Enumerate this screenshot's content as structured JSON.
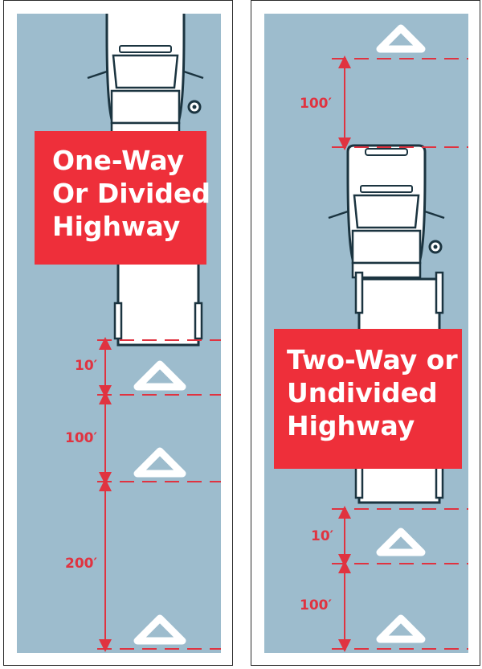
{
  "panels": [
    {
      "label_lines": [
        "One-Way",
        "Or Divided",
        "Highway"
      ],
      "distances": [
        "10′",
        "100′",
        "200′"
      ]
    },
    {
      "label_lines": [
        "Two-Way or",
        "Undivided",
        "Highway"
      ],
      "distances": [
        "100′",
        "10′",
        "100′"
      ]
    }
  ],
  "colors": {
    "road": "#9dbccd",
    "label_fill": "#ee2f3a",
    "dimension": "#e03340",
    "truck_outline": "#1b3440",
    "truck_body": "#ffffff",
    "triangle": "#ffffff"
  },
  "icons": [
    "truck-icon",
    "warning-triangle-icon"
  ]
}
